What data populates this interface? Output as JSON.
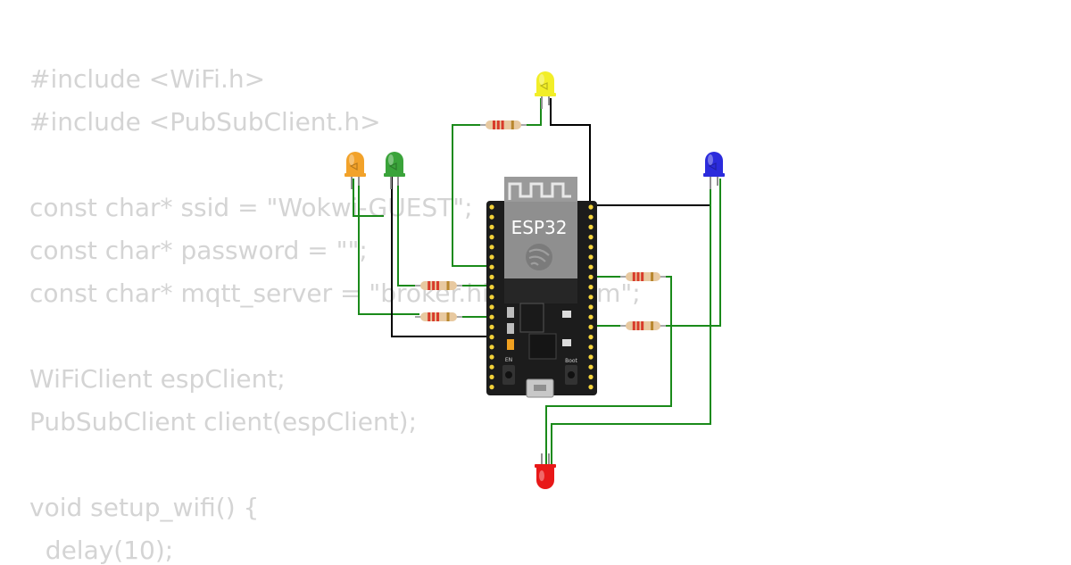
{
  "code": {
    "lines": [
      "#include <WiFi.h>",
      "#include <PubSubClient.h>",
      "",
      "const char* ssid = \"Wokwi-GUEST\";",
      "const char* password = \"\";",
      "const char* mqtt_server = \"broker.hivemq.com\";",
      "",
      "WiFiClient espClient;",
      "PubSubClient client(espClient);",
      "",
      "void setup_wifi() {",
      "  delay(10);"
    ]
  },
  "board": {
    "label": "ESP32",
    "boot_label": "Boot",
    "en_label": "EN",
    "color": "#1c1c1c",
    "pin_color": "#f3d23a",
    "module_color": "#9a9a9a"
  },
  "leds": [
    {
      "name": "yellow",
      "color": "#f2ee28"
    },
    {
      "name": "orange",
      "color": "#f2a22a"
    },
    {
      "name": "green",
      "color": "#3aa33a"
    },
    {
      "name": "blue",
      "color": "#2b2bdc"
    },
    {
      "name": "red",
      "color": "#e81818"
    }
  ],
  "wire_colors": {
    "signal": "#1a8a1a",
    "ground": "#000000"
  },
  "resistor_colors": {
    "body": "#e8c9a0",
    "band1": "#d83b2b",
    "band2": "#b8862d"
  }
}
